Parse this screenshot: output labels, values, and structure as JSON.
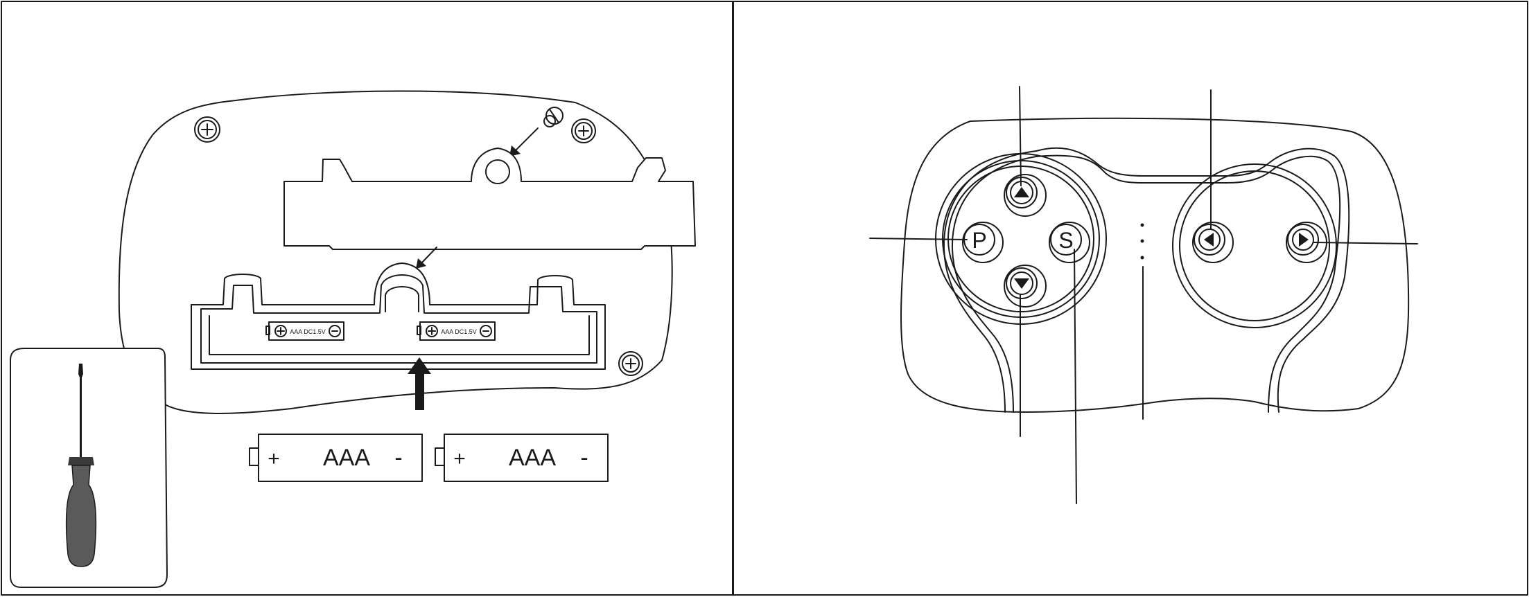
{
  "colors": {
    "line": "#1a1a1a",
    "background": "#ffffff",
    "screwdriver_handle": "#5a5a5a"
  },
  "left_panel": {
    "compartment_labels": [
      {
        "text": "AAA DC1.5V"
      },
      {
        "text": "AAA DC1.5V"
      }
    ],
    "batteries": [
      {
        "plus": "+",
        "type": "AAA",
        "minus": "-"
      },
      {
        "plus": "+",
        "type": "AAA",
        "minus": "-"
      }
    ]
  },
  "right_panel": {
    "buttons": {
      "park": "P",
      "stop": "S",
      "forward_icon": "triangle-up-icon",
      "backward_icon": "triangle-down-icon",
      "left_icon": "triangle-left-icon",
      "right_icon": "triangle-right-icon"
    }
  }
}
